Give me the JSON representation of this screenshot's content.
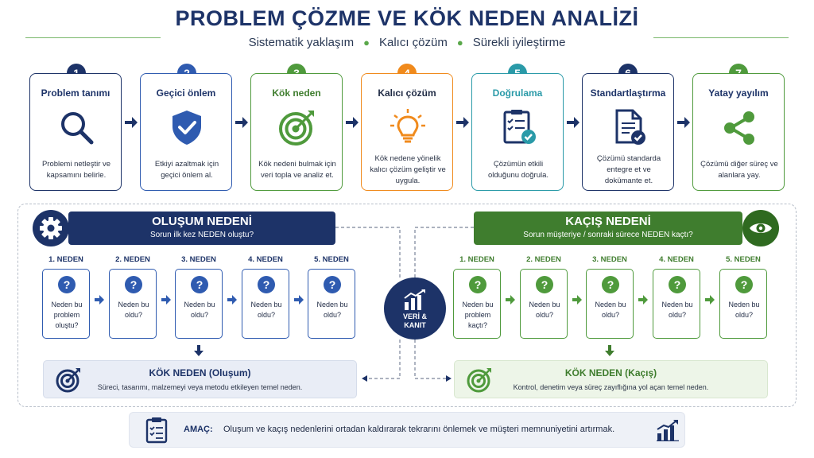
{
  "header": {
    "title": "PROBLEM ÇÖZME VE KÖK NEDEN ANALİZİ",
    "subtitle_items": [
      "Sistematik yaklaşım",
      "Kalıcı çözüm",
      "Sürekli iyileştirme"
    ]
  },
  "steps": [
    {
      "num": "1",
      "title": "Problem tanımı",
      "desc": "Problemi netleştir ve kapsamını belirle.",
      "icon": "magnifier-icon",
      "color": "#1d3368"
    },
    {
      "num": "2",
      "title": "Geçici önlem",
      "desc": "Etkiyi azaltmak için geçici önlem al.",
      "icon": "shield-check-icon",
      "color": "#2f5bb0"
    },
    {
      "num": "3",
      "title": "Kök neden",
      "desc": "Kök nedeni bulmak için veri topla ve analiz et.",
      "icon": "target-icon",
      "color": "#4f9a3c"
    },
    {
      "num": "4",
      "title": "Kalıcı çözüm",
      "desc": "Kök nedene yönelik kalıcı çözüm geliştir ve uygula.",
      "icon": "lightbulb-icon",
      "color": "#f08a1c"
    },
    {
      "num": "5",
      "title": "Doğrulama",
      "desc": "Çözümün etkili olduğunu doğrula.",
      "icon": "checklist-icon",
      "color": "#2a9aa8"
    },
    {
      "num": "6",
      "title": "Standartlaştırma",
      "desc": "Çözümü standarda entegre et ve dokümante et.",
      "icon": "document-check-icon",
      "color": "#1d3368"
    },
    {
      "num": "7",
      "title": "Yatay yayılım",
      "desc": "Çözümü diğer süreç ve alanlara yay.",
      "icon": "share-icon",
      "color": "#4f9a3c"
    }
  ],
  "occurrence": {
    "title": "OLUŞUM NEDENİ",
    "subtitle": "Sorun ilk kez NEDEN oluştu?",
    "color": "#1d3368",
    "whys": [
      {
        "label": "1. NEDEN",
        "text": "Neden bu problem oluştu?"
      },
      {
        "label": "2. NEDEN",
        "text": "Neden bu oldu?"
      },
      {
        "label": "3. NEDEN",
        "text": "Neden bu oldu?"
      },
      {
        "label": "4. NEDEN",
        "text": "Neden bu oldu?"
      },
      {
        "label": "5. NEDEN",
        "text": "Neden bu oldu?"
      }
    ],
    "root_title": "KÖK NEDEN (Oluşum)",
    "root_desc": "Süreci, tasarımı, malzemeyi veya metodu etkileyen temel neden."
  },
  "escape": {
    "title": "KAÇIŞ NEDENİ",
    "subtitle": "Sorun müşteriye / sonraki sürece NEDEN kaçtı?",
    "color": "#3f7d2e",
    "whys": [
      {
        "label": "1. NEDEN",
        "text": "Neden bu problem kaçtı?"
      },
      {
        "label": "2. NEDEN",
        "text": "Neden bu oldu?"
      },
      {
        "label": "3. NEDEN",
        "text": "Neden bu oldu?"
      },
      {
        "label": "4. NEDEN",
        "text": "Neden bu oldu?"
      },
      {
        "label": "5. NEDEN",
        "text": "Neden bu oldu?"
      }
    ],
    "root_title": "KÖK NEDEN (Kaçış)",
    "root_desc": "Kontrol, denetim veya süreç zayıflığına yol açan temel neden."
  },
  "center": {
    "label_line1": "VERİ &",
    "label_line2": "KANIT",
    "icon": "bar-chart-icon"
  },
  "goal": {
    "label": "AMAÇ:",
    "text": "Oluşum ve kaçış nedenlerini ortadan kaldırarak tekrarını önlemek ve müşteri memnuniyetini artırmak."
  },
  "icons": {
    "question": "?"
  }
}
